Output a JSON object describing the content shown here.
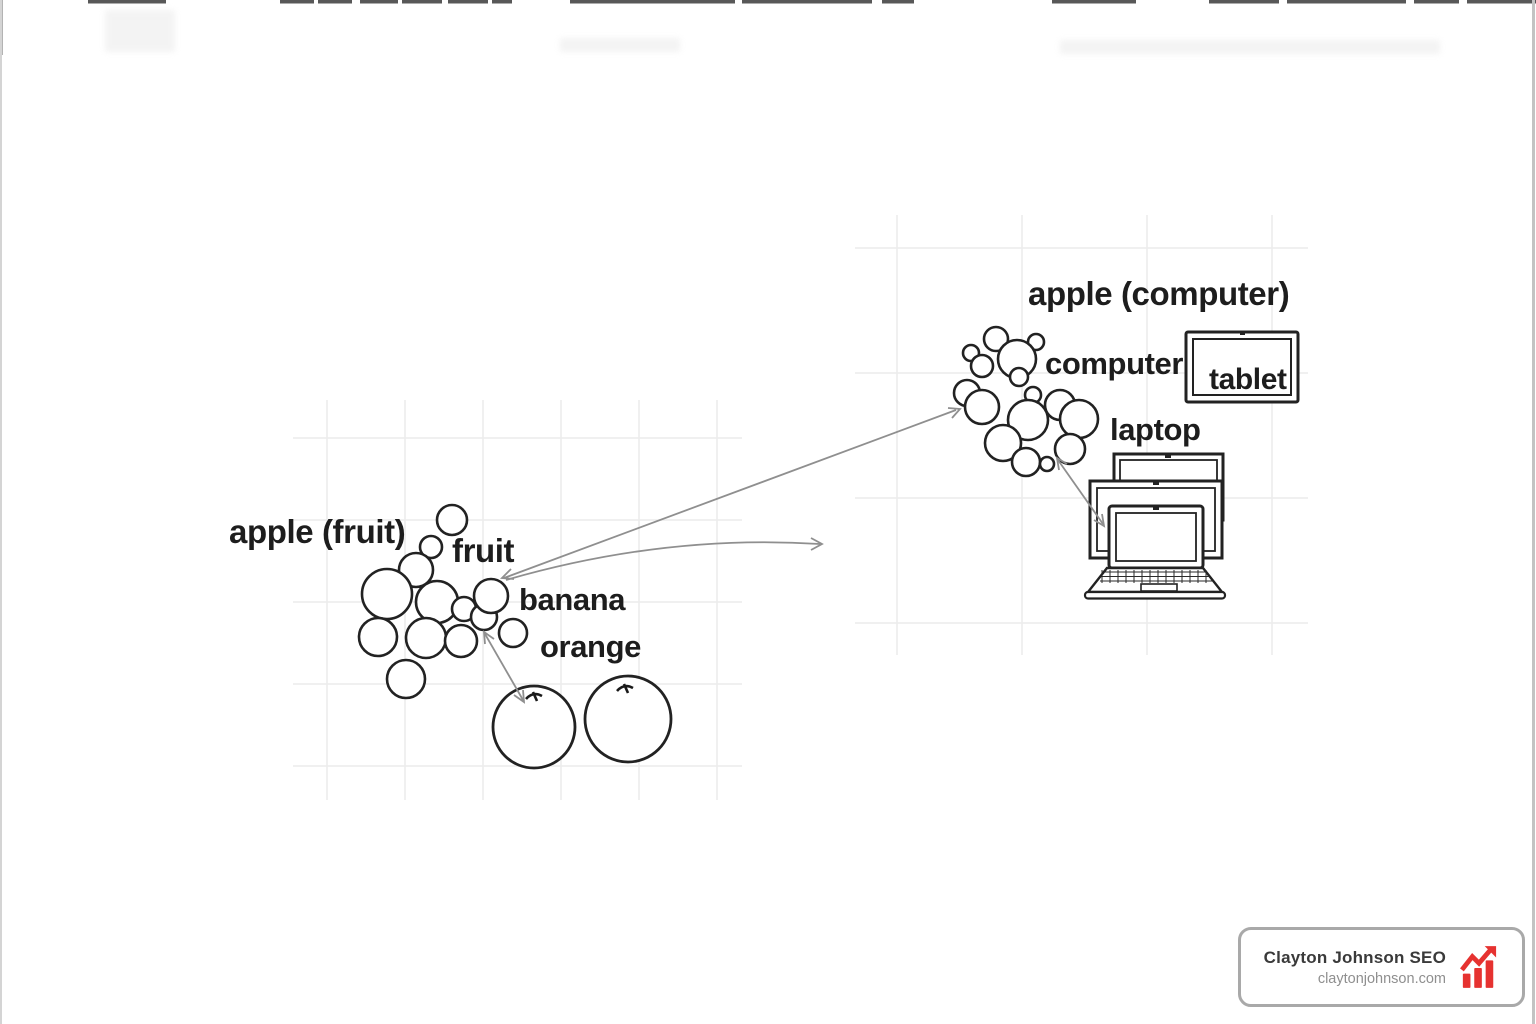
{
  "diagram": {
    "description": "word embedding clusters: apple (fruit) vs apple (computer)",
    "left_cluster": {
      "title": "apple (fruit)",
      "word_fruit": "fruit",
      "word_banana": "banana",
      "word_orange": "orange",
      "point_count": 13,
      "illustrations": [
        "orange-fruit-drawing",
        "orange-fruit-drawing"
      ]
    },
    "right_cluster": {
      "title": "apple (computer)",
      "word_computer": "computer",
      "word_tablet": "tablet",
      "word_laptop": "laptop",
      "point_count": 16,
      "illustrations": [
        "tablet-drawing",
        "laptop-stack-drawing"
      ]
    },
    "connections": [
      "double-arrow between fruit cluster and computer cluster",
      "curved arrow from fruit cluster toward right",
      "double-arrow between cluster and orange drawing",
      "double-arrow between cluster and laptop drawing"
    ]
  },
  "badge": {
    "title": "Clayton Johnson SEO",
    "website": "claytonjohnson.com",
    "icon": "trending-up-bar-chart-icon",
    "accent_color": "#e63230"
  },
  "colors": {
    "ink": "#1d1d1d",
    "circle_stroke": "#222222",
    "arrow": "#8f8f8f",
    "grid": "#ececec",
    "badge_border": "#a9a9a9",
    "badge_title": "#3a3a3a",
    "badge_domain": "#8f8f8f"
  }
}
